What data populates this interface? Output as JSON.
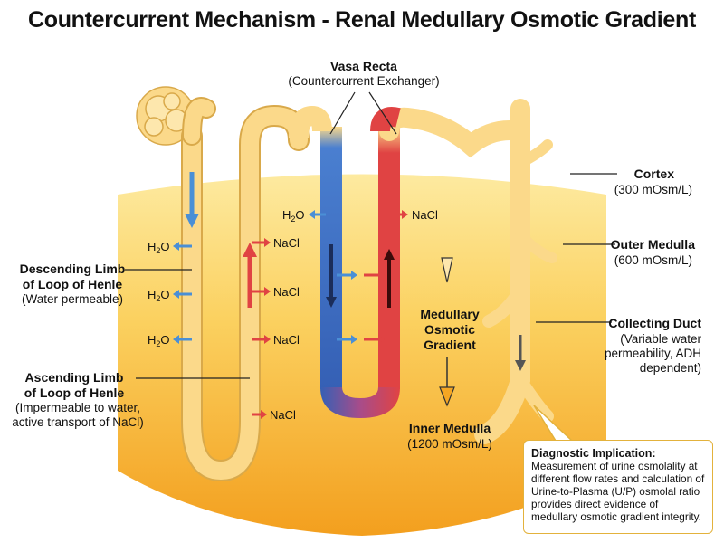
{
  "title": "Countercurrent Mechanism - Renal Medullary Osmotic Gradient",
  "vasa_recta": {
    "name": "Vasa Recta",
    "role": "(Countercurrent Exchanger)"
  },
  "zones": {
    "cortex": {
      "name": "Cortex",
      "osm": "(300 mOsm/L)"
    },
    "outer_medulla": {
      "name": "Outer Medulla",
      "osm": "(600 mOsm/L)"
    },
    "inner_medulla": {
      "name": "Inner Medulla",
      "osm": "(1200 mOsm/L)"
    }
  },
  "descending_limb": {
    "line1": "Descending Limb",
    "line2": "of Loop of Henle",
    "note": "(Water permeable)"
  },
  "ascending_limb": {
    "line1": "Ascending Limb",
    "line2": "of Loop of Henle",
    "note1": "(Impermeable to water,",
    "note2": "active transport of NaCl)"
  },
  "collecting_duct": {
    "name": "Collecting Duct",
    "note1": "(Variable water",
    "note2": "permeability, ADH",
    "note3": "dependent)"
  },
  "gradient": {
    "line1": "Medullary",
    "line2": "Osmotic",
    "line3": "Gradient"
  },
  "transport": {
    "water": "H",
    "water_sub": "2",
    "water_o": "O",
    "salt": "NaCl"
  },
  "callout": {
    "title": "Diagnostic Implication:",
    "body": "Measurement of urine osmolality at different flow rates and calculation of Urine-to-Plasma (U/P) osmolal ratio provides direct evidence of medullary osmotic gradient integrity."
  },
  "colors": {
    "tubule": "#fbd98a",
    "tubule_edge": "#d9a94a",
    "medulla_top": "#fde89a",
    "medulla_bottom": "#f5a623",
    "venous": "#3a74c4",
    "arterial": "#e04343",
    "water_arrow": "#4a8fd6",
    "salt_arrow": "#e04343",
    "callout_border": "#e3b23c"
  }
}
